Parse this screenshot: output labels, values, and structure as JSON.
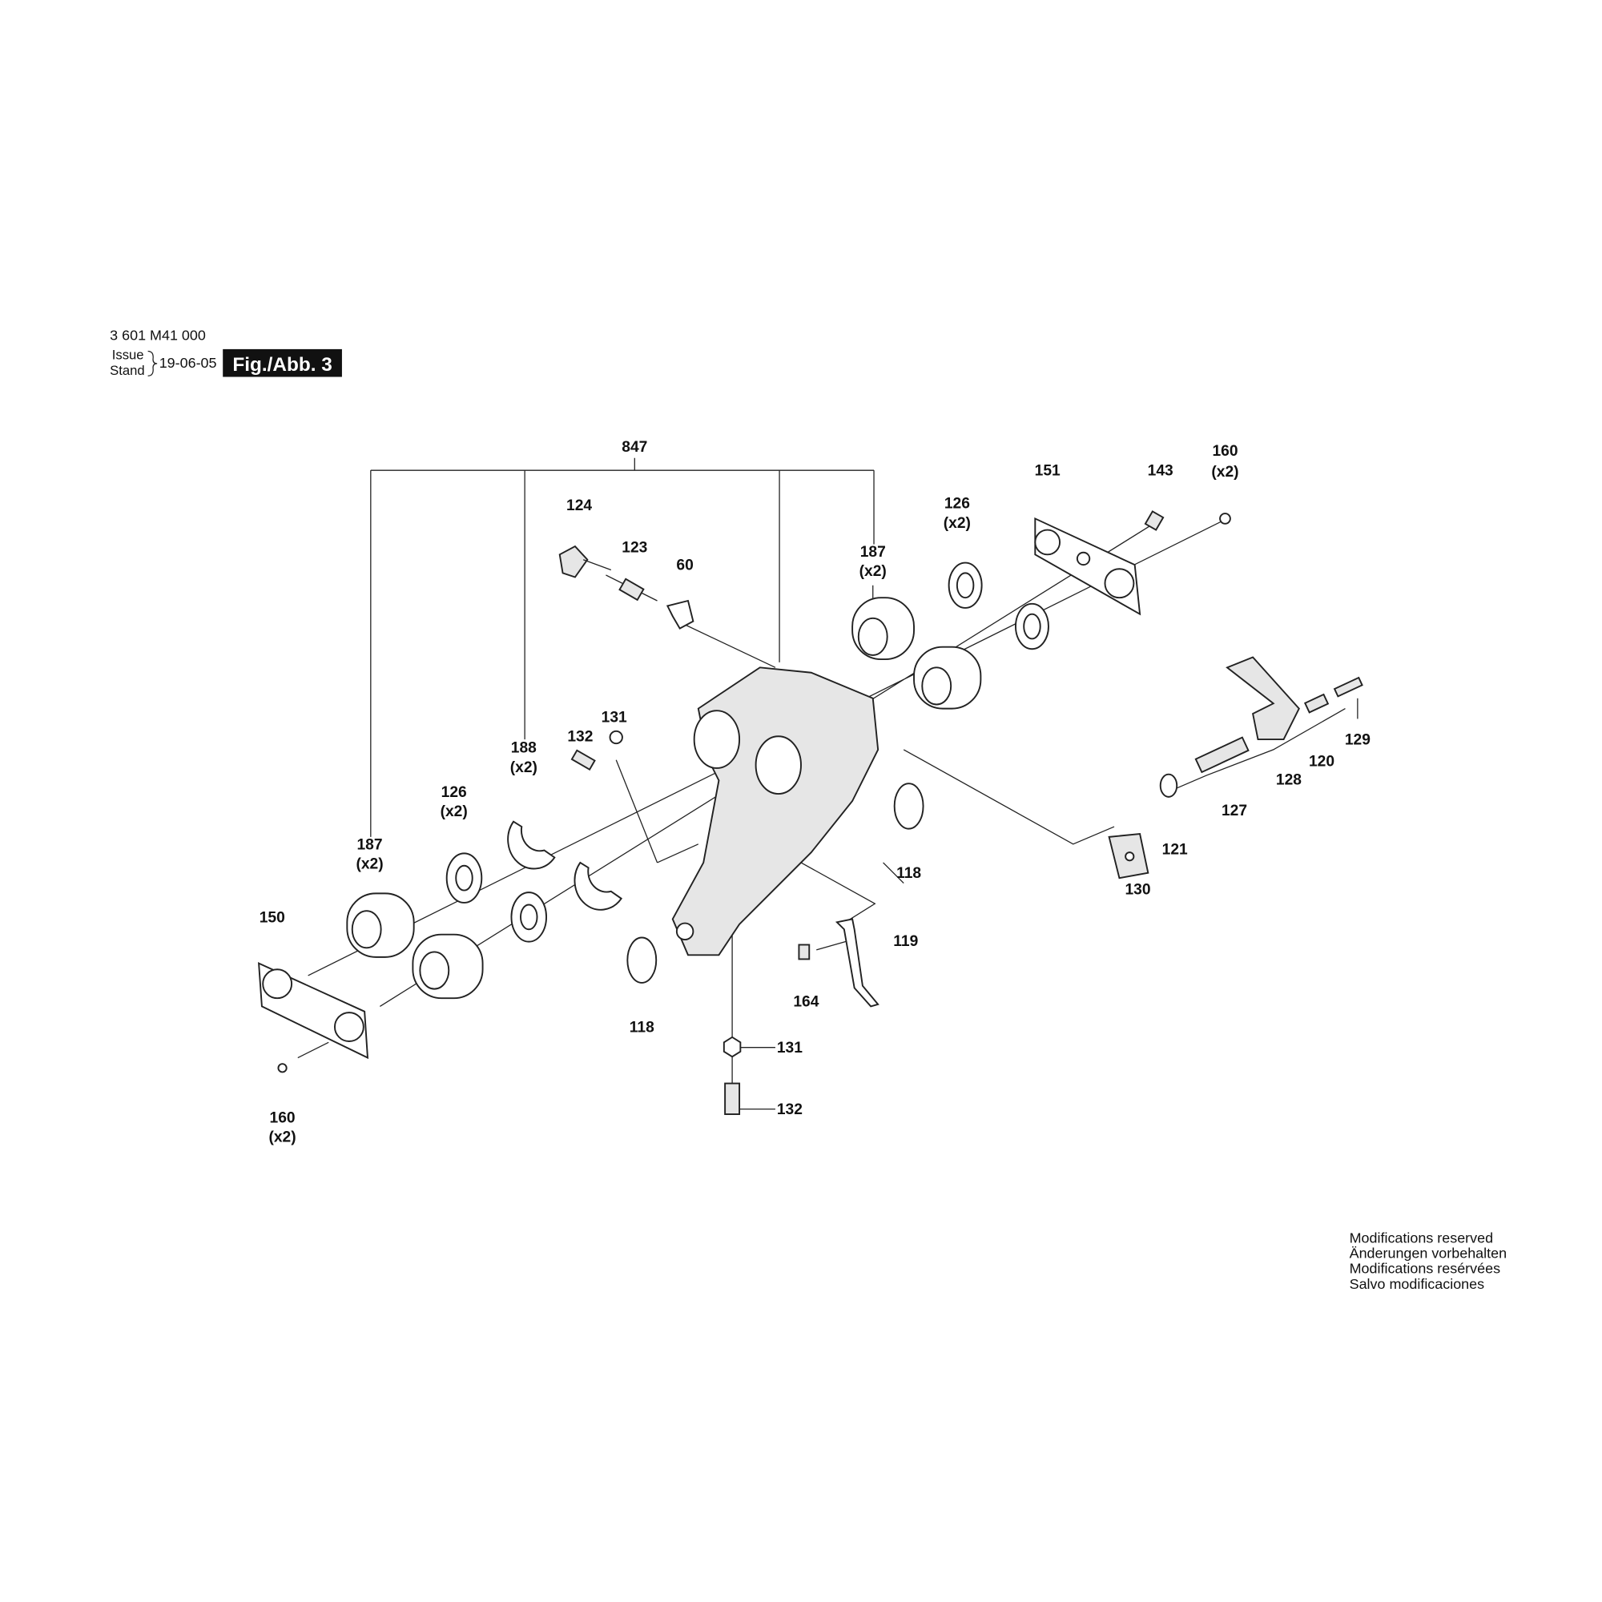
{
  "header": {
    "part_number": "3 601 M41 000",
    "issue_label": "Issue",
    "stand_label": "Stand",
    "date": "19-06-05",
    "figure": "Fig./Abb. 3"
  },
  "labels": {
    "l847": "847",
    "l124": "124",
    "l123": "123",
    "l60": "60",
    "l187a": "187",
    "l187a_q": "(x2)",
    "l126a": "126",
    "l126a_q": "(x2)",
    "l151": "151",
    "l143": "143",
    "l160a": "160",
    "l160a_q": "(x2)",
    "l132a": "132",
    "l131a": "131",
    "l188": "188",
    "l188_q": "(x2)",
    "l126b": "126",
    "l126b_q": "(x2)",
    "l187b": "187",
    "l187b_q": "(x2)",
    "l150": "150",
    "l118a": "118",
    "l119": "119",
    "l164": "164",
    "l118b": "118",
    "l131b": "131",
    "l132b": "132",
    "l160b": "160",
    "l160b_q": "(x2)",
    "l130": "130",
    "l121": "121",
    "l127": "127",
    "l128": "128",
    "l120": "120",
    "l129": "129"
  },
  "notes": [
    "Modifications reserved",
    "Änderungen vorbehalten",
    "Modifications resérvées",
    "Salvo modificaciones"
  ]
}
